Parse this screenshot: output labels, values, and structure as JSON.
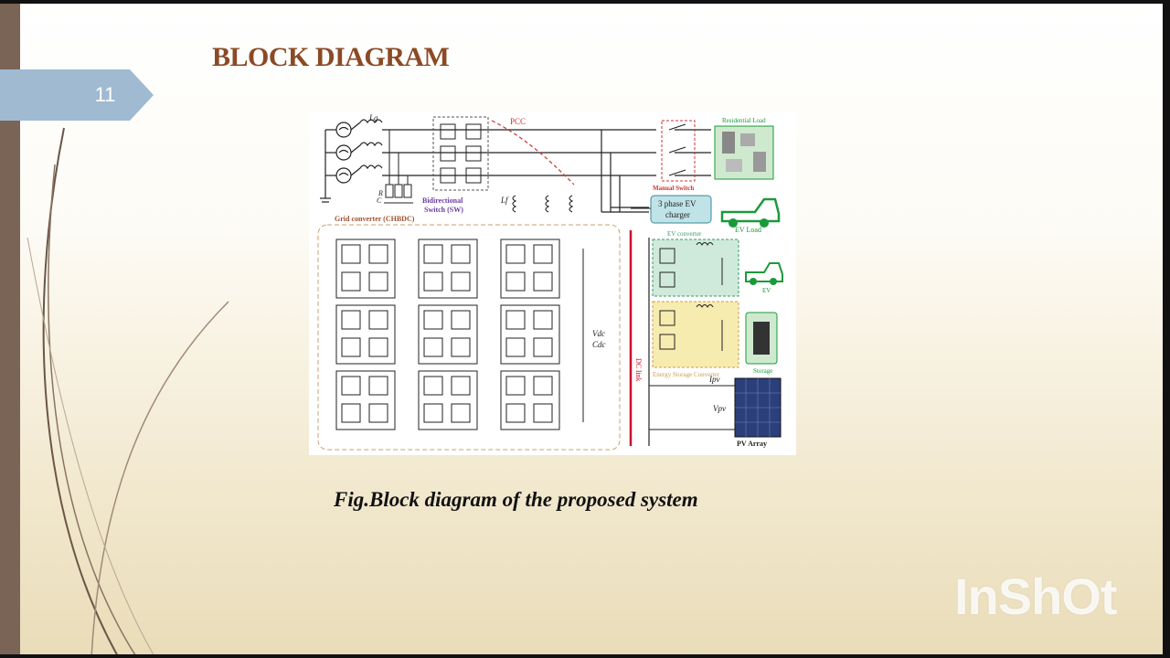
{
  "slide": {
    "number": "11",
    "title": "BLOCK DIAGRAM",
    "caption": "Fig.Block diagram of the proposed system"
  },
  "figure": {
    "labels": {
      "pcc": "PCC",
      "bidirectional_switch": "Bidirectional",
      "bidirectional_switch_2": "Switch (SW)",
      "grid_converter": "Grid converter (CHBDC)",
      "residential_load": "Residential Load",
      "manual_switch": "Manual Switch",
      "ev_charger_1": "3 phase EV",
      "ev_charger_2": "charger",
      "ev_load": "EV Load",
      "ev_converter": "EV converter",
      "ev": "EV",
      "energy_storage_converter": "Energy Storage Converter",
      "storage": "Storage",
      "dc_link": "DC link",
      "pv_array": "PV Array",
      "lg": "Lg",
      "lf": "Lf",
      "r": "R",
      "c": "C",
      "vdc": "Vdc",
      "cdc": "Cdc",
      "vpv": "Vpv",
      "ipv": "Ipv"
    }
  },
  "colors": {
    "title": "#8b4a25",
    "tag": "#9fbad1",
    "left_bar": "#7a6455",
    "ev_green": "#1a9a3a",
    "ev_box": "#bfe3e6",
    "storage_box": "#f6ecb0",
    "dc_link": "#c8102e"
  },
  "watermark": "InShOt"
}
